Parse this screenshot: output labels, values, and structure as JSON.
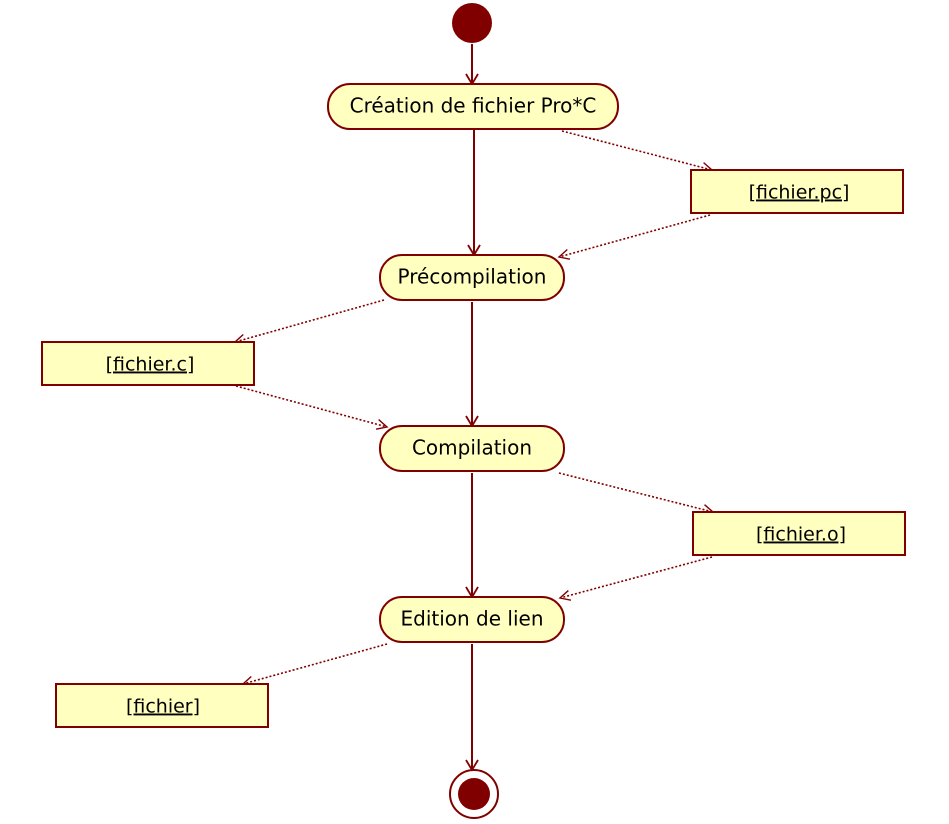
{
  "diagram": {
    "type": "uml-activity",
    "colors": {
      "line": "#800000",
      "fill": "#ffffc0",
      "node_dot": "#800000",
      "text": "#000000"
    },
    "start": {
      "icon": "initial-node-icon"
    },
    "end": {
      "icon": "final-node-icon"
    },
    "activities": [
      {
        "id": "a1",
        "label": "Création de fichier Pro*C"
      },
      {
        "id": "a2",
        "label": "Précompilation"
      },
      {
        "id": "a3",
        "label": "Compilation"
      },
      {
        "id": "a4",
        "label": "Edition de lien"
      }
    ],
    "objects": [
      {
        "id": "o1",
        "label": "[fichier.pc]"
      },
      {
        "id": "o2",
        "label": "[fichier.c]"
      },
      {
        "id": "o3",
        "label": "[fichier.o]"
      },
      {
        "id": "o4",
        "label": "[fichier]"
      }
    ],
    "control_flows": [
      {
        "from": "start",
        "to": "a1"
      },
      {
        "from": "a1",
        "to": "a2"
      },
      {
        "from": "a2",
        "to": "a3"
      },
      {
        "from": "a3",
        "to": "a4"
      },
      {
        "from": "a4",
        "to": "end"
      }
    ],
    "object_flows": [
      {
        "from": "a1",
        "to": "o1"
      },
      {
        "from": "o1",
        "to": "a2"
      },
      {
        "from": "a2",
        "to": "o2"
      },
      {
        "from": "o2",
        "to": "a3"
      },
      {
        "from": "a3",
        "to": "o3"
      },
      {
        "from": "o3",
        "to": "a4"
      },
      {
        "from": "a4",
        "to": "o4"
      }
    ]
  }
}
